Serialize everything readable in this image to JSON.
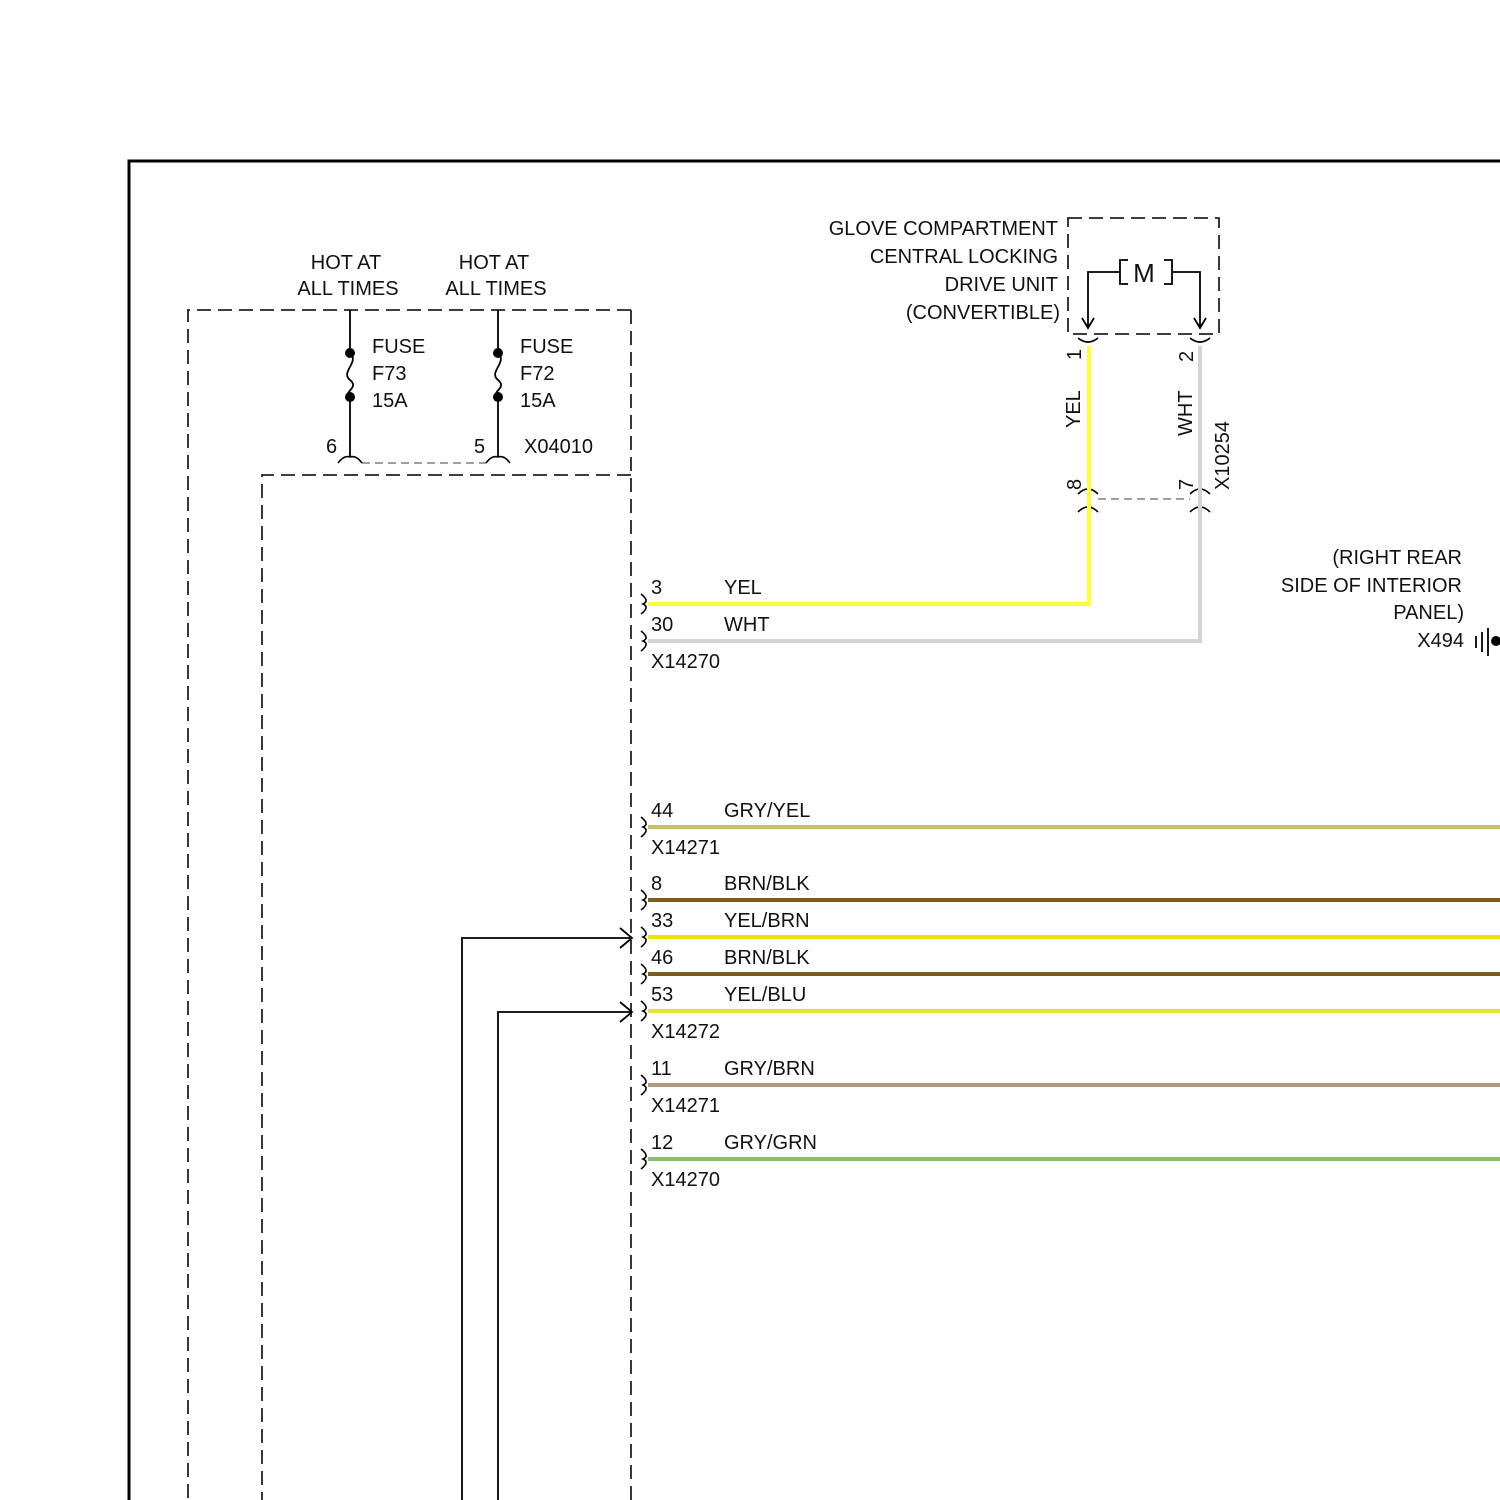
{
  "power": [
    {
      "hot_label_line1": "HOT AT",
      "hot_label_line2": "ALL TIMES",
      "fuse_word": "FUSE",
      "fuse_id": "F73",
      "rating": "15A",
      "pin": "6"
    },
    {
      "hot_label_line1": "HOT AT",
      "hot_label_line2": "ALL TIMES",
      "fuse_word": "FUSE",
      "fuse_id": "F72",
      "rating": "15A",
      "pin": "5"
    }
  ],
  "fuse_connector": "X04010",
  "drive_unit": {
    "title_lines": [
      "GLOVE COMPARTMENT",
      "CENTRAL LOCKING",
      "DRIVE UNIT",
      "(CONVERTIBLE)"
    ],
    "motor_label": "M",
    "pin_left": "1",
    "pin_right": "2",
    "wire_left_color": "YEL",
    "wire_right_color": "WHT",
    "inline_connector": "X10254",
    "inline_pin_left": "8",
    "inline_pin_right": "7"
  },
  "ground": {
    "location_lines": [
      "(RIGHT REAR",
      "SIDE OF INTERIOR",
      "PANEL)"
    ],
    "connector": "X494"
  },
  "wires": [
    {
      "pin": "3",
      "color_code": "YEL",
      "hex": "#ffff33",
      "connector": ""
    },
    {
      "pin": "30",
      "color_code": "WHT",
      "hex": "#d4d4d4",
      "connector": "X14270"
    },
    {
      "pin": "44",
      "color_code": "GRY/YEL",
      "hex": "#c8c066",
      "connector": "X14271"
    },
    {
      "pin": "8",
      "color_code": "BRN/BLK",
      "hex": "#7a5f1a",
      "connector": ""
    },
    {
      "pin": "33",
      "color_code": "YEL/BRN",
      "hex": "#f0e000",
      "connector": ""
    },
    {
      "pin": "46",
      "color_code": "BRN/BLK",
      "hex": "#7a5f1a",
      "connector": ""
    },
    {
      "pin": "53",
      "color_code": "YEL/BLU",
      "hex": "#e8e233",
      "connector": "X14272"
    },
    {
      "pin": "11",
      "color_code": "GRY/BRN",
      "hex": "#b09a80",
      "connector": "X14271"
    },
    {
      "pin": "12",
      "color_code": "GRY/GRN",
      "hex": "#86c06c",
      "connector": "X14270"
    }
  ]
}
